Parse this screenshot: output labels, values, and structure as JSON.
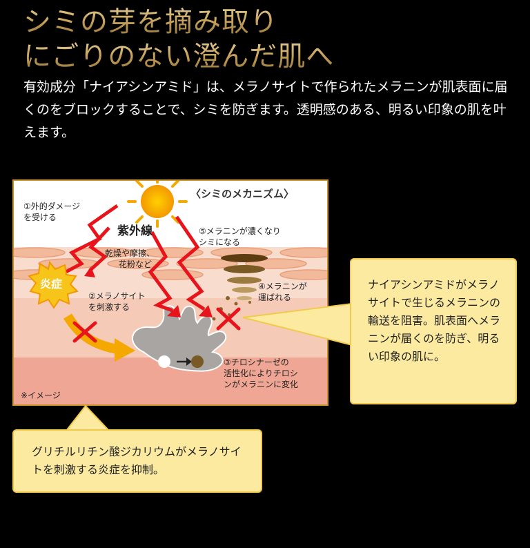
{
  "headline": {
    "line1": "シミの芽を摘み取り",
    "line2": "にごりのない澄んだ肌へ"
  },
  "intro": "有効成分「ナイアシンアミド」は、メラノサイトで作られたメラニンが肌表面に届くのをブロックすることで、シミを防ぎます。透明感のある、明るい印象の肌を叶えます。",
  "diagram": {
    "mechanism_title": "〈シミのメカニズム〉",
    "step1_line1": "①外的ダメージ",
    "step1_line2": "を受ける",
    "uv_label": "紫外線",
    "other_damage_line1": "乾燥や摩擦、",
    "other_damage_line2": "花粉など",
    "inflammation": "炎症",
    "step2_line1": "②メラノサイト",
    "step2_line2": "を刺激する",
    "step3_line1": "③チロシナーゼの",
    "step3_line2": "活性化によりチロシ",
    "step3_line3": "ンがメラニンに変化",
    "step4_line1": "④メラニンが",
    "step4_line2": "運ばれる",
    "step5_line1": "⑤メラニンが濃くなり",
    "step5_line2": "シミになる",
    "image_note": "※イメージ"
  },
  "callouts": {
    "niacinamide": "ナイアシンアミドがメラノサイトで生じるメラニンの輸送を阻害。肌表面へメラニンが届くのを防ぎ、明るい印象の肌に。",
    "glycyrrhizinate": "グリチルリチン酸ジカリウムがメラノサイトを刺激する炎症を抑制。"
  },
  "colors": {
    "background": "#000000",
    "headline_gold": "#c9a45e",
    "callout_fill": "#fceaa0",
    "callout_border": "#f2c94c",
    "uv_red": "#e8141c",
    "sun_yellow": "#f5a800",
    "melanin_brown": "#7a5a24"
  }
}
